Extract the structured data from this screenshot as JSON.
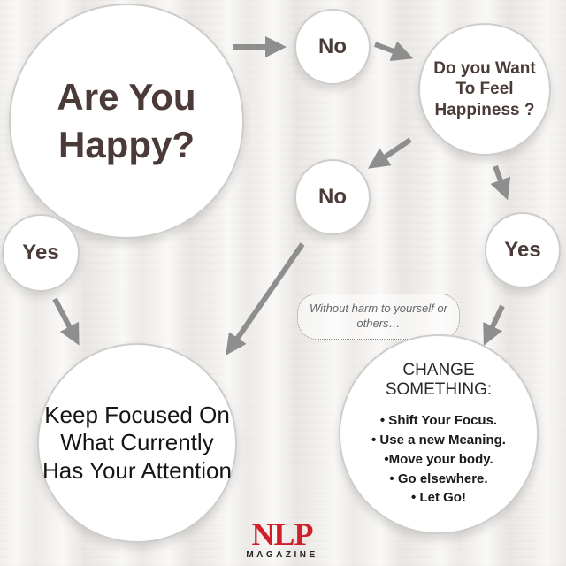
{
  "nodes": {
    "happy": "Are You Happy?",
    "no_top": "No",
    "want": "Do you Want To Feel Happiness ?",
    "no_mid": "No",
    "yes_left": "Yes",
    "yes_right": "Yes",
    "focus": "Keep Focused On What Currently Has Your Attention",
    "bubble": "Without harm to yourself or others…"
  },
  "change": {
    "title": "CHANGE SOMETHING:",
    "items": [
      "• Shift Your Focus.",
      "• Use a new Meaning.",
      "•Move your body.",
      "• Go elsewhere.",
      "• Let Go!"
    ]
  },
  "logo": {
    "brand": "NLP",
    "subtitle": "MAGAZINE"
  },
  "colors": {
    "heading": "#4a3b38",
    "arrow": "#8e8e8e",
    "brand": "#d01f2a"
  }
}
